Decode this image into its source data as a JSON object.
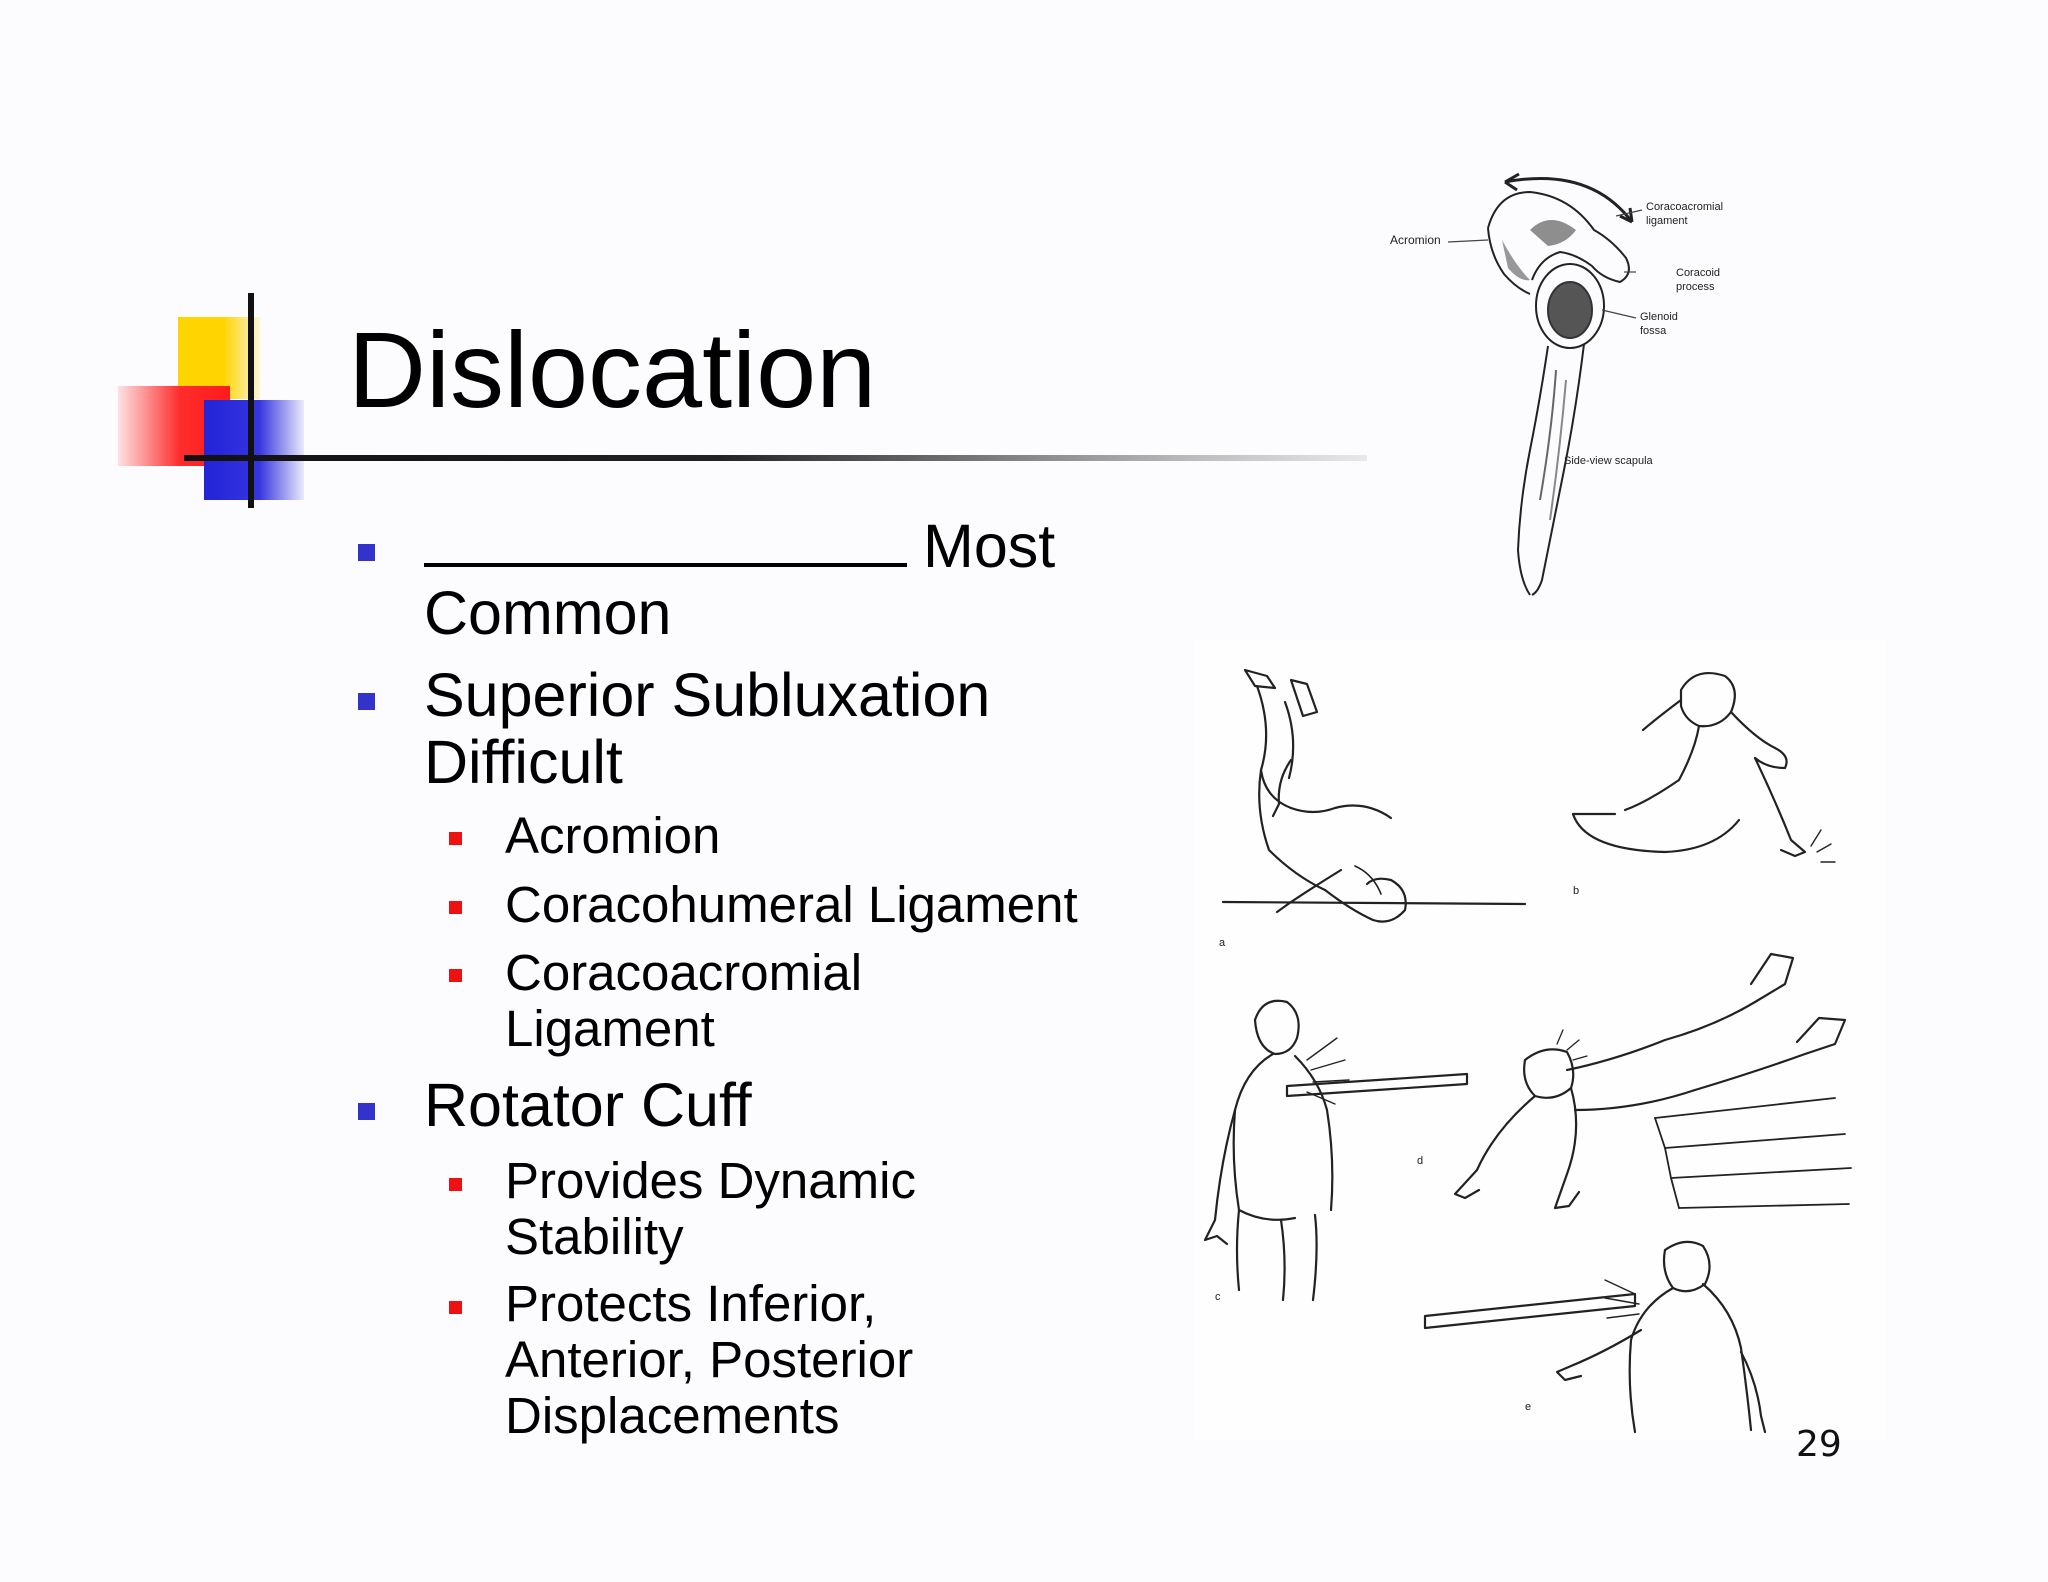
{
  "slide": {
    "title": "Dislocation",
    "page_number": "29",
    "bullets": [
      {
        "level": 1,
        "blank": "_______________",
        "text": "Most Common",
        "line1_after_blank": "Most",
        "line2": "Common"
      },
      {
        "level": 1,
        "line1": "Superior Subluxation",
        "line2": "Difficult"
      },
      {
        "level": 2,
        "line1": "Acromion"
      },
      {
        "level": 2,
        "line1": "Coracohumeral Ligament"
      },
      {
        "level": 2,
        "line1": "Coracoacromial",
        "line2": "Ligament"
      },
      {
        "level": 1,
        "line1": "Rotator Cuff"
      },
      {
        "level": 2,
        "line1": "Provides Dynamic",
        "line2": "Stability"
      },
      {
        "level": 2,
        "line1": "Protects Inferior,",
        "line2": "Anterior, Posterior",
        "line3": "Displacements"
      }
    ]
  },
  "scapula_figure": {
    "labels": {
      "acromion": "Acromion",
      "coracoacromial_1": "Coracoacromial",
      "coracoacromial_2": "ligament",
      "coracoid_1": "Coracoid",
      "coracoid_2": "process",
      "glenoid_1": "Glenoid",
      "glenoid_2": "fossa",
      "side_view": "Side-view scapula"
    }
  },
  "injury_figure": {
    "panel_labels": {
      "a": "a",
      "b": "b",
      "c": "c",
      "d": "d",
      "e": "e"
    }
  },
  "colors": {
    "bullet_level1": "#3333cc",
    "bullet_level2": "#ee1111",
    "accent_yellow": "#ffd400",
    "accent_red": "#ff2d2d",
    "accent_blue": "#2323d8"
  }
}
